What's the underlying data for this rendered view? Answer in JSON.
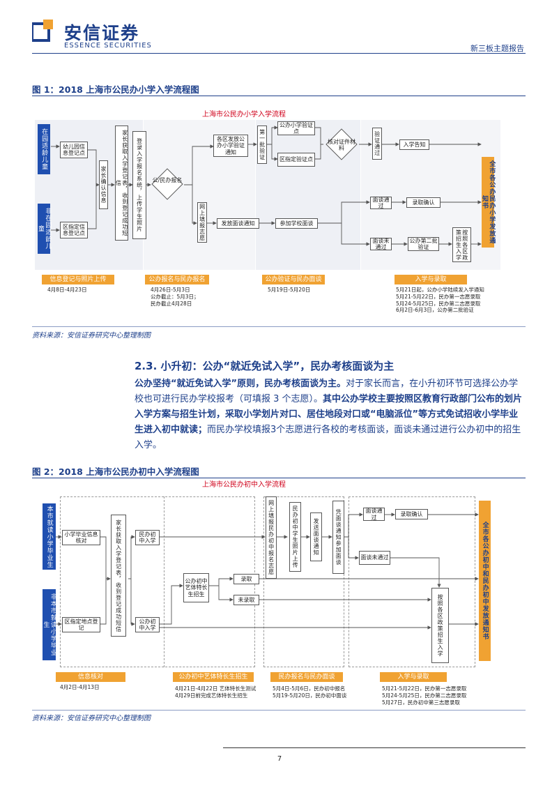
{
  "header": {
    "company_cn": "安信证券",
    "company_en": "ESSENCE SECURITIES",
    "report_type": "新三板主题报告"
  },
  "fig1": {
    "title": "图 1：2018 上海市公民办小学入学流程图",
    "chart_title": "上海市公民办小学入学流程",
    "nodes": {
      "a": "在园适龄儿童",
      "b": "非在园适龄儿童",
      "c": "幼儿园信息登记点",
      "d": "区指定信息登记点",
      "e": "家长确认信息",
      "f": "家长获取入学登记表，收到登记成功短信",
      "g": "登录入学报名系统，上传学生照片",
      "h": "公/民办报名",
      "i": "各区发放公办小学验证通知",
      "j": "第一批验证",
      "k": "公办小学验证点",
      "l": "区指定验证点",
      "m": "核对证件材料",
      "n": "验证通过",
      "o": "入学告知",
      "p": "网上填报志愿",
      "q": "发放面谈通知",
      "r": "参加学校面谈",
      "s": "面谈通过",
      "t": "录取确认",
      "u": "面谈未通过",
      "v": "公办第二批验证",
      "w": "按照各区政策招生入学",
      "x": "全市各公办民办小学发放通知书"
    },
    "phases": [
      {
        "label": "信息登记与照片上传",
        "dates": [
          "4月8日-4月23日"
        ]
      },
      {
        "label": "公办报名与民办报名",
        "dates": [
          "4月26日-5月3日",
          "公办截止：5月3日；",
          "民办截止4月28日"
        ]
      },
      {
        "label": "公办验证与民办面谈",
        "dates": [
          "5月19日-5月20日"
        ]
      },
      {
        "label": "入学与录取",
        "dates": [
          "5月21日起，公办小学陆续发入学通知",
          "5月21-5月22日，民办第一志愿录取",
          "5月24-5月25日，民办第二志愿录取",
          "6月2日-6月3日，公办第二批验证"
        ]
      }
    ],
    "source": "资料来源：安信证券研究中心整理制图"
  },
  "section": {
    "heading": "2.3. 小升初：公办“就近免试入学”，民办考核面谈为主",
    "p1": "公办坚持“就近免试入学”原则，民办考核面谈为主。",
    "p2": "对于家长而言，在小升初环节可选择公办学校也可进行民办学校报考（可填报 3 个志愿）。",
    "p3": "其中公办学校主要按照区教育行政部门公布的划片入学方案与招生计划，采取小学划片对口、居住地段对口或“电脑派位”等方式免试招收小学毕业生进入初中就读；",
    "p4": "而民办学校填报3个志愿进行各校的考核面谈，面谈未通过进行公办初中的招生入学。"
  },
  "fig2": {
    "title": "图 2：2018 上海市公民办初中入学流程图",
    "chart_title": "上海市公民办初中入学流程",
    "nodes": {
      "a": "本市就读小学毕业生",
      "b": "非本市就读小学毕业生",
      "c": "小学毕业信息核对",
      "d": "区指定地点登记",
      "e": "家长获取入学登记表，收到登记成功短信",
      "f": "民办初中入学",
      "g": "公办初中入学",
      "h": "公办初中艺体特长生招生",
      "i": "录取",
      "j": "未录取",
      "k": "网上填报民办初中报名志愿",
      "l": "民办初中学生照片上传",
      "m": "发送面谈通知",
      "n": "凭面谈通知参加面谈",
      "o": "面谈通过",
      "p": "录取确认",
      "q": "面谈未通过",
      "r": "按照各区政策招生入学",
      "s": "全市各公办初中和民办初中发放通知书"
    },
    "phases": [
      {
        "label": "信息核对",
        "dates": [
          "4月2日-4月13日"
        ]
      },
      {
        "label": "公办初中艺体特长生招生",
        "dates": [
          "4月21日-4月22日 艺体特长生测试",
          "4月29日前完成艺体特长生招生"
        ]
      },
      {
        "label": "民办报名与民办面谈",
        "dates": [
          "5月4日-5月6日，民办初中报名",
          "5月19-5月20日，民办初中面谈"
        ]
      },
      {
        "label": "入学与录取",
        "dates": [
          "5月21-5月22日，民办第一志愿录取",
          "5月24-5月25日，民办第二志愿录取",
          "5月27日，民办初中第三志愿录取"
        ]
      }
    ],
    "source": "资料来源：安信证券研究中心整理制图"
  },
  "page_number": "7"
}
